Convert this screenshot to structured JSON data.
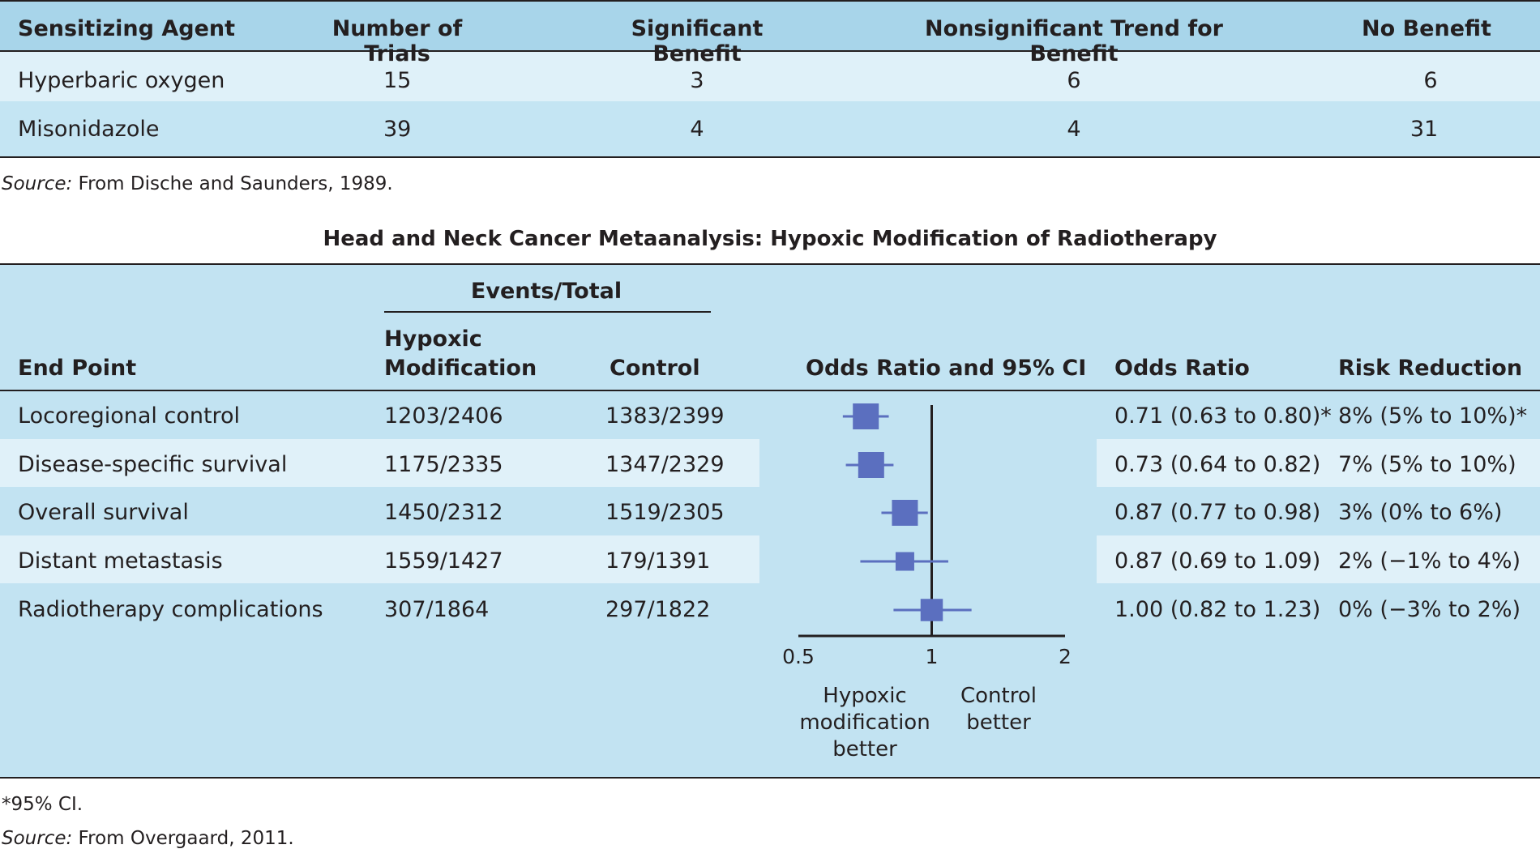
{
  "table1": {
    "headers": [
      "Sensitizing Agent",
      "Number of Trials",
      "Significant Benefit",
      "Nonsignificant Trend for Benefit",
      "No Benefit"
    ],
    "rows": [
      [
        "Hyperbaric oxygen",
        "15",
        "3",
        "6",
        "6"
      ],
      [
        "Misonidazole",
        "39",
        "4",
        "4",
        "31"
      ]
    ],
    "source_label": "Source:",
    "source_text": " From Dische and Saunders, 1989."
  },
  "table2": {
    "title": "Head and Neck Cancer Metaanalysis: Hypoxic Modification of Radiotherapy",
    "group_header": "Events/Total",
    "headers": {
      "end_point": "End Point",
      "hypoxic_line1": "Hypoxic",
      "hypoxic_line2": "Modification",
      "control": "Control",
      "plot": "Odds Ratio and 95% CI",
      "odds_ratio": "Odds Ratio",
      "risk_reduction": "Risk Reduction"
    },
    "rows": [
      {
        "end_point": "Locoregional control",
        "hypoxic": "1203/2406",
        "control": "1383/2399",
        "odds_ratio": "0.71 (0.63 to 0.80)*",
        "risk_reduction": "8% (5% to 10%)*"
      },
      {
        "end_point": "Disease-specific survival",
        "hypoxic": "1175/2335",
        "control": "1347/2329",
        "odds_ratio": "0.73 (0.64 to 0.82)",
        "risk_reduction": "7% (5% to 10%)"
      },
      {
        "end_point": "Overall survival",
        "hypoxic": "1450/2312",
        "control": "1519/2305",
        "odds_ratio": "0.87 (0.77 to 0.98)",
        "risk_reduction": "3% (0% to 6%)"
      },
      {
        "end_point": "Distant metastasis",
        "hypoxic": "1559/1427",
        "control": "179/1391",
        "odds_ratio": "0.87 (0.69 to 1.09)",
        "risk_reduction": "2% (−1% to 4%)"
      },
      {
        "end_point": "Radiotherapy complications",
        "hypoxic": "307/1864",
        "control": "297/1822",
        "odds_ratio": "1.00 (0.82 to 1.23)",
        "risk_reduction": "0% (−3% to 2%)"
      }
    ],
    "axis_left_label": [
      "Hypoxic",
      "modification",
      "better"
    ],
    "axis_right_label": [
      "Control",
      "better"
    ],
    "footnote": "*95% CI.",
    "source_label": "Source:",
    "source_text": " From Overgaard, 2011."
  },
  "colors": {
    "header_band": "#a8d5ea",
    "row_light": "#dff1f9",
    "row_mid": "#c4e5f3",
    "table2_band": "#c2e3f2",
    "row_highlight": "#e0f1f9",
    "marker": "#5b6fbf",
    "ink": "#231f20"
  },
  "chart_data": {
    "type": "scatter",
    "title": "Odds Ratio and 95% CI",
    "xscale": "log",
    "xlim": [
      0.5,
      2
    ],
    "xticks": [
      "0.5",
      "1",
      "2"
    ],
    "reference_line": 1,
    "series": [
      {
        "label": "Locoregional control",
        "or": 0.71,
        "lo": 0.63,
        "hi": 0.8,
        "weight": 1.0
      },
      {
        "label": "Disease-specific survival",
        "or": 0.73,
        "lo": 0.64,
        "hi": 0.82,
        "weight": 1.0
      },
      {
        "label": "Overall survival",
        "or": 0.87,
        "lo": 0.77,
        "hi": 0.98,
        "weight": 1.0
      },
      {
        "label": "Distant metastasis",
        "or": 0.87,
        "lo": 0.69,
        "hi": 1.09,
        "weight": 0.5
      },
      {
        "label": "Radiotherapy complications",
        "or": 1.0,
        "lo": 0.82,
        "hi": 1.23,
        "weight": 0.75
      }
    ]
  }
}
